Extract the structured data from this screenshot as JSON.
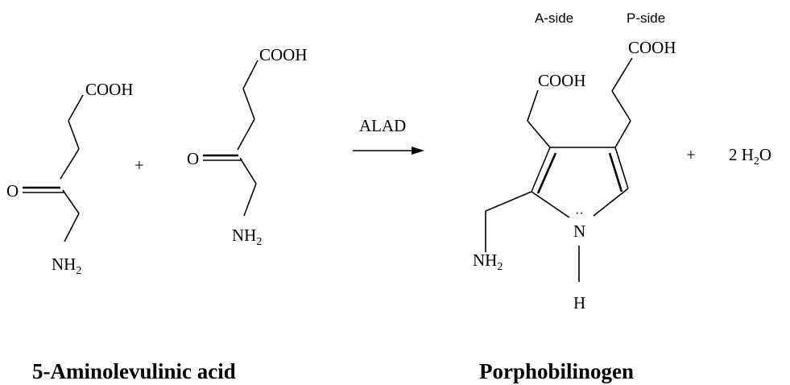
{
  "reactant1": {
    "cooh": "COOH",
    "o": "O",
    "nh": "NH",
    "nh_sub": "2"
  },
  "plus1": "+",
  "reactant2": {
    "cooh": "COOH",
    "o": "O",
    "nh": "NH",
    "nh_sub": "2"
  },
  "arrow_label": "ALAD",
  "product": {
    "a_side": "A-side",
    "p_side": "P-side",
    "cooh_a": "COOH",
    "cooh_p": "COOH",
    "n": "N",
    "lone_pair": "··",
    "h": "H",
    "nh": "NH",
    "nh_sub": "2"
  },
  "plus2": "+",
  "water": {
    "coef": "2 H",
    "sub": "2",
    "o": "O"
  },
  "labels": {
    "left": "5-Aminolevulinic acid",
    "right": "Porphobilinogen"
  }
}
